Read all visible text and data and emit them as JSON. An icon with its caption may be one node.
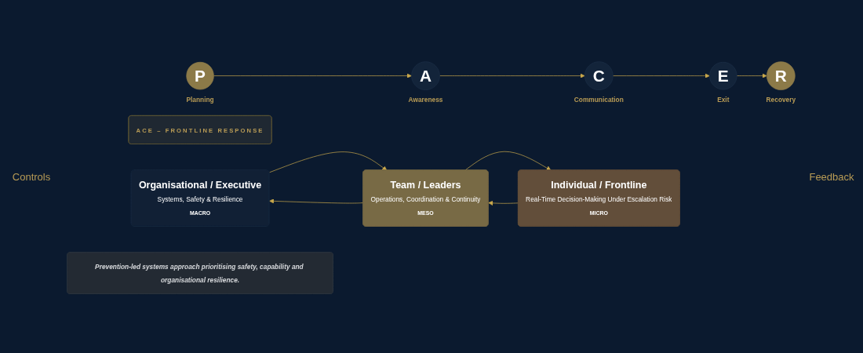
{
  "diagram": {
    "nodes": [
      {
        "text": [
          "P"
        ],
        "beside": [
          "Planning"
        ]
      },
      {
        "text": [
          "A"
        ],
        "beside": [
          "Awareness"
        ]
      },
      {
        "text": [
          "C"
        ],
        "beside": [
          "Communication"
        ]
      },
      {
        "text": [
          "E"
        ],
        "beside": [
          "Exit"
        ]
      },
      {
        "text": [
          "R"
        ],
        "beside": [
          "Recovery"
        ]
      },
      {
        "text": [
          "ACE – FRONTLINE RESPONSE"
        ]
      },
      {
        "text": [
          "Organisational / Executive",
          "Systems, Safety & Resilience",
          "MACRO"
        ]
      },
      {
        "text": [
          "Team / Leaders",
          "Operations, Coordination & Continuity",
          "MESO"
        ]
      },
      {
        "text": [
          "Individual / Frontline",
          "Real-Time Decision-Making Under Escalation Risk",
          "MICRO"
        ]
      },
      {
        "text": [
          "Prevention-led systems approach prioritising safety, capability and organisational resilience."
        ]
      }
    ],
    "edges": [
      {
        "from": 0,
        "to": 1,
        "arrow": "to"
      },
      {
        "from": 1,
        "to": 2,
        "arrow": "to"
      },
      {
        "from": 2,
        "to": 3,
        "arrow": "to"
      },
      {
        "from": 3,
        "to": 4,
        "arrow": "to"
      },
      {
        "from": 6,
        "to": 7,
        "arrow": "to"
      },
      {
        "from": 7,
        "to": 8,
        "arrow": "to"
      },
      {
        "from": 8,
        "to": 7,
        "arrow": "to"
      },
      {
        "from": 7,
        "to": 6,
        "arrow": "to"
      }
    ],
    "labels": [
      "Controls",
      "Feedback"
    ]
  }
}
